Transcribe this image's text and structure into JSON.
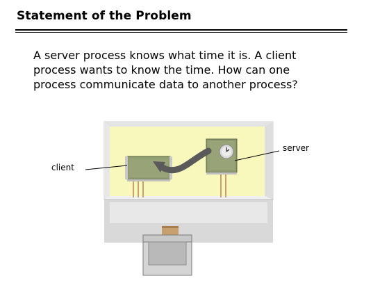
{
  "slide": {
    "title": "Statement of the Problem",
    "body_lines": [
      "A server process knows what time it is.  A client",
      "process wants to know the time.  How can one",
      "process communicate data to another process?"
    ]
  },
  "diagram": {
    "labels": {
      "client": "client",
      "server": "server"
    },
    "colors": {
      "enclosure_fill": "#fafac0",
      "enclosure_frame": "#e8e8e8",
      "shelf": "#d8d8d8",
      "chip_fill": "#8c9a6c",
      "arrow": "#555555",
      "clock_face": "#d8d8d8"
    }
  }
}
